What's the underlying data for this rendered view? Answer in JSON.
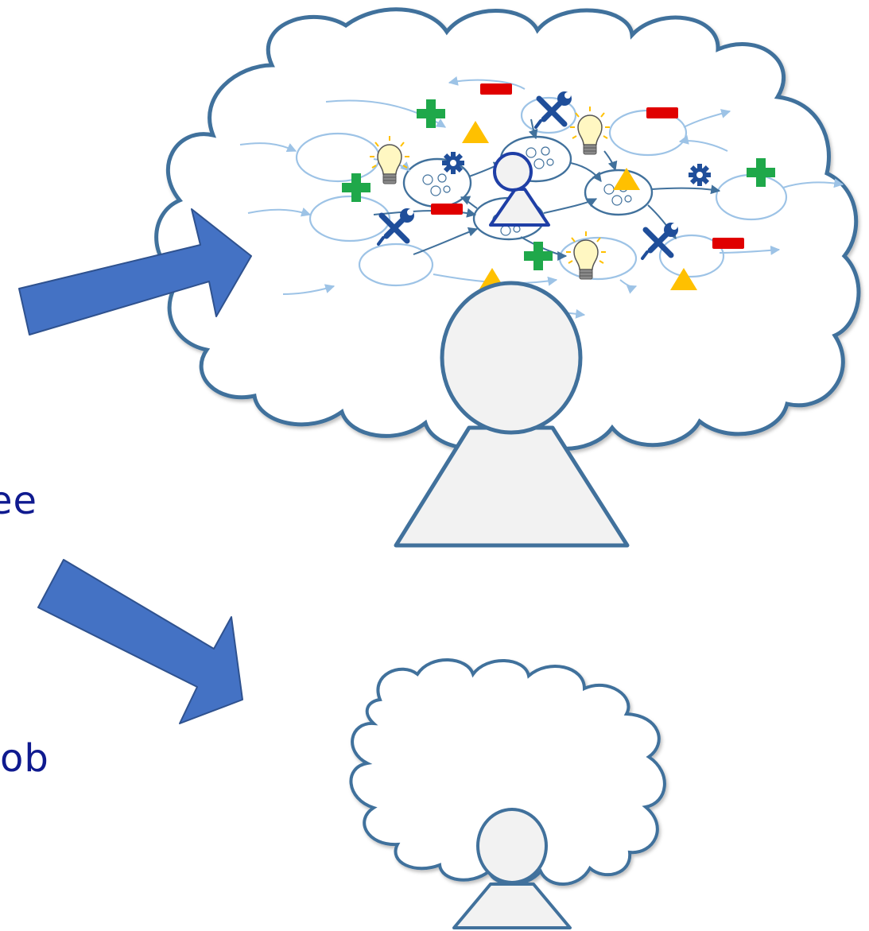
{
  "colors": {
    "outline": "#41719c",
    "fill": "#f2f2f2",
    "arrow": "#4472c4",
    "text": "#0f1a8f",
    "link": "#9dc3e6",
    "plus": "#1fa84a",
    "minus": "#e00000",
    "warning": "#ffc000",
    "tool": "#1f4e9a",
    "bulb": "#fff7c2"
  },
  "labels": {
    "partial_word_top": "ee",
    "partial_word_bottom": "ob"
  },
  "icons": [
    "thought-cloud-large",
    "thought-cloud-small",
    "person-icon",
    "arrow-right-up",
    "arrow-right-down",
    "plus-icon",
    "minus-icon",
    "warning-triangle-icon",
    "wrench-screwdriver-icon",
    "lightbulb-icon",
    "gear-icon"
  ]
}
